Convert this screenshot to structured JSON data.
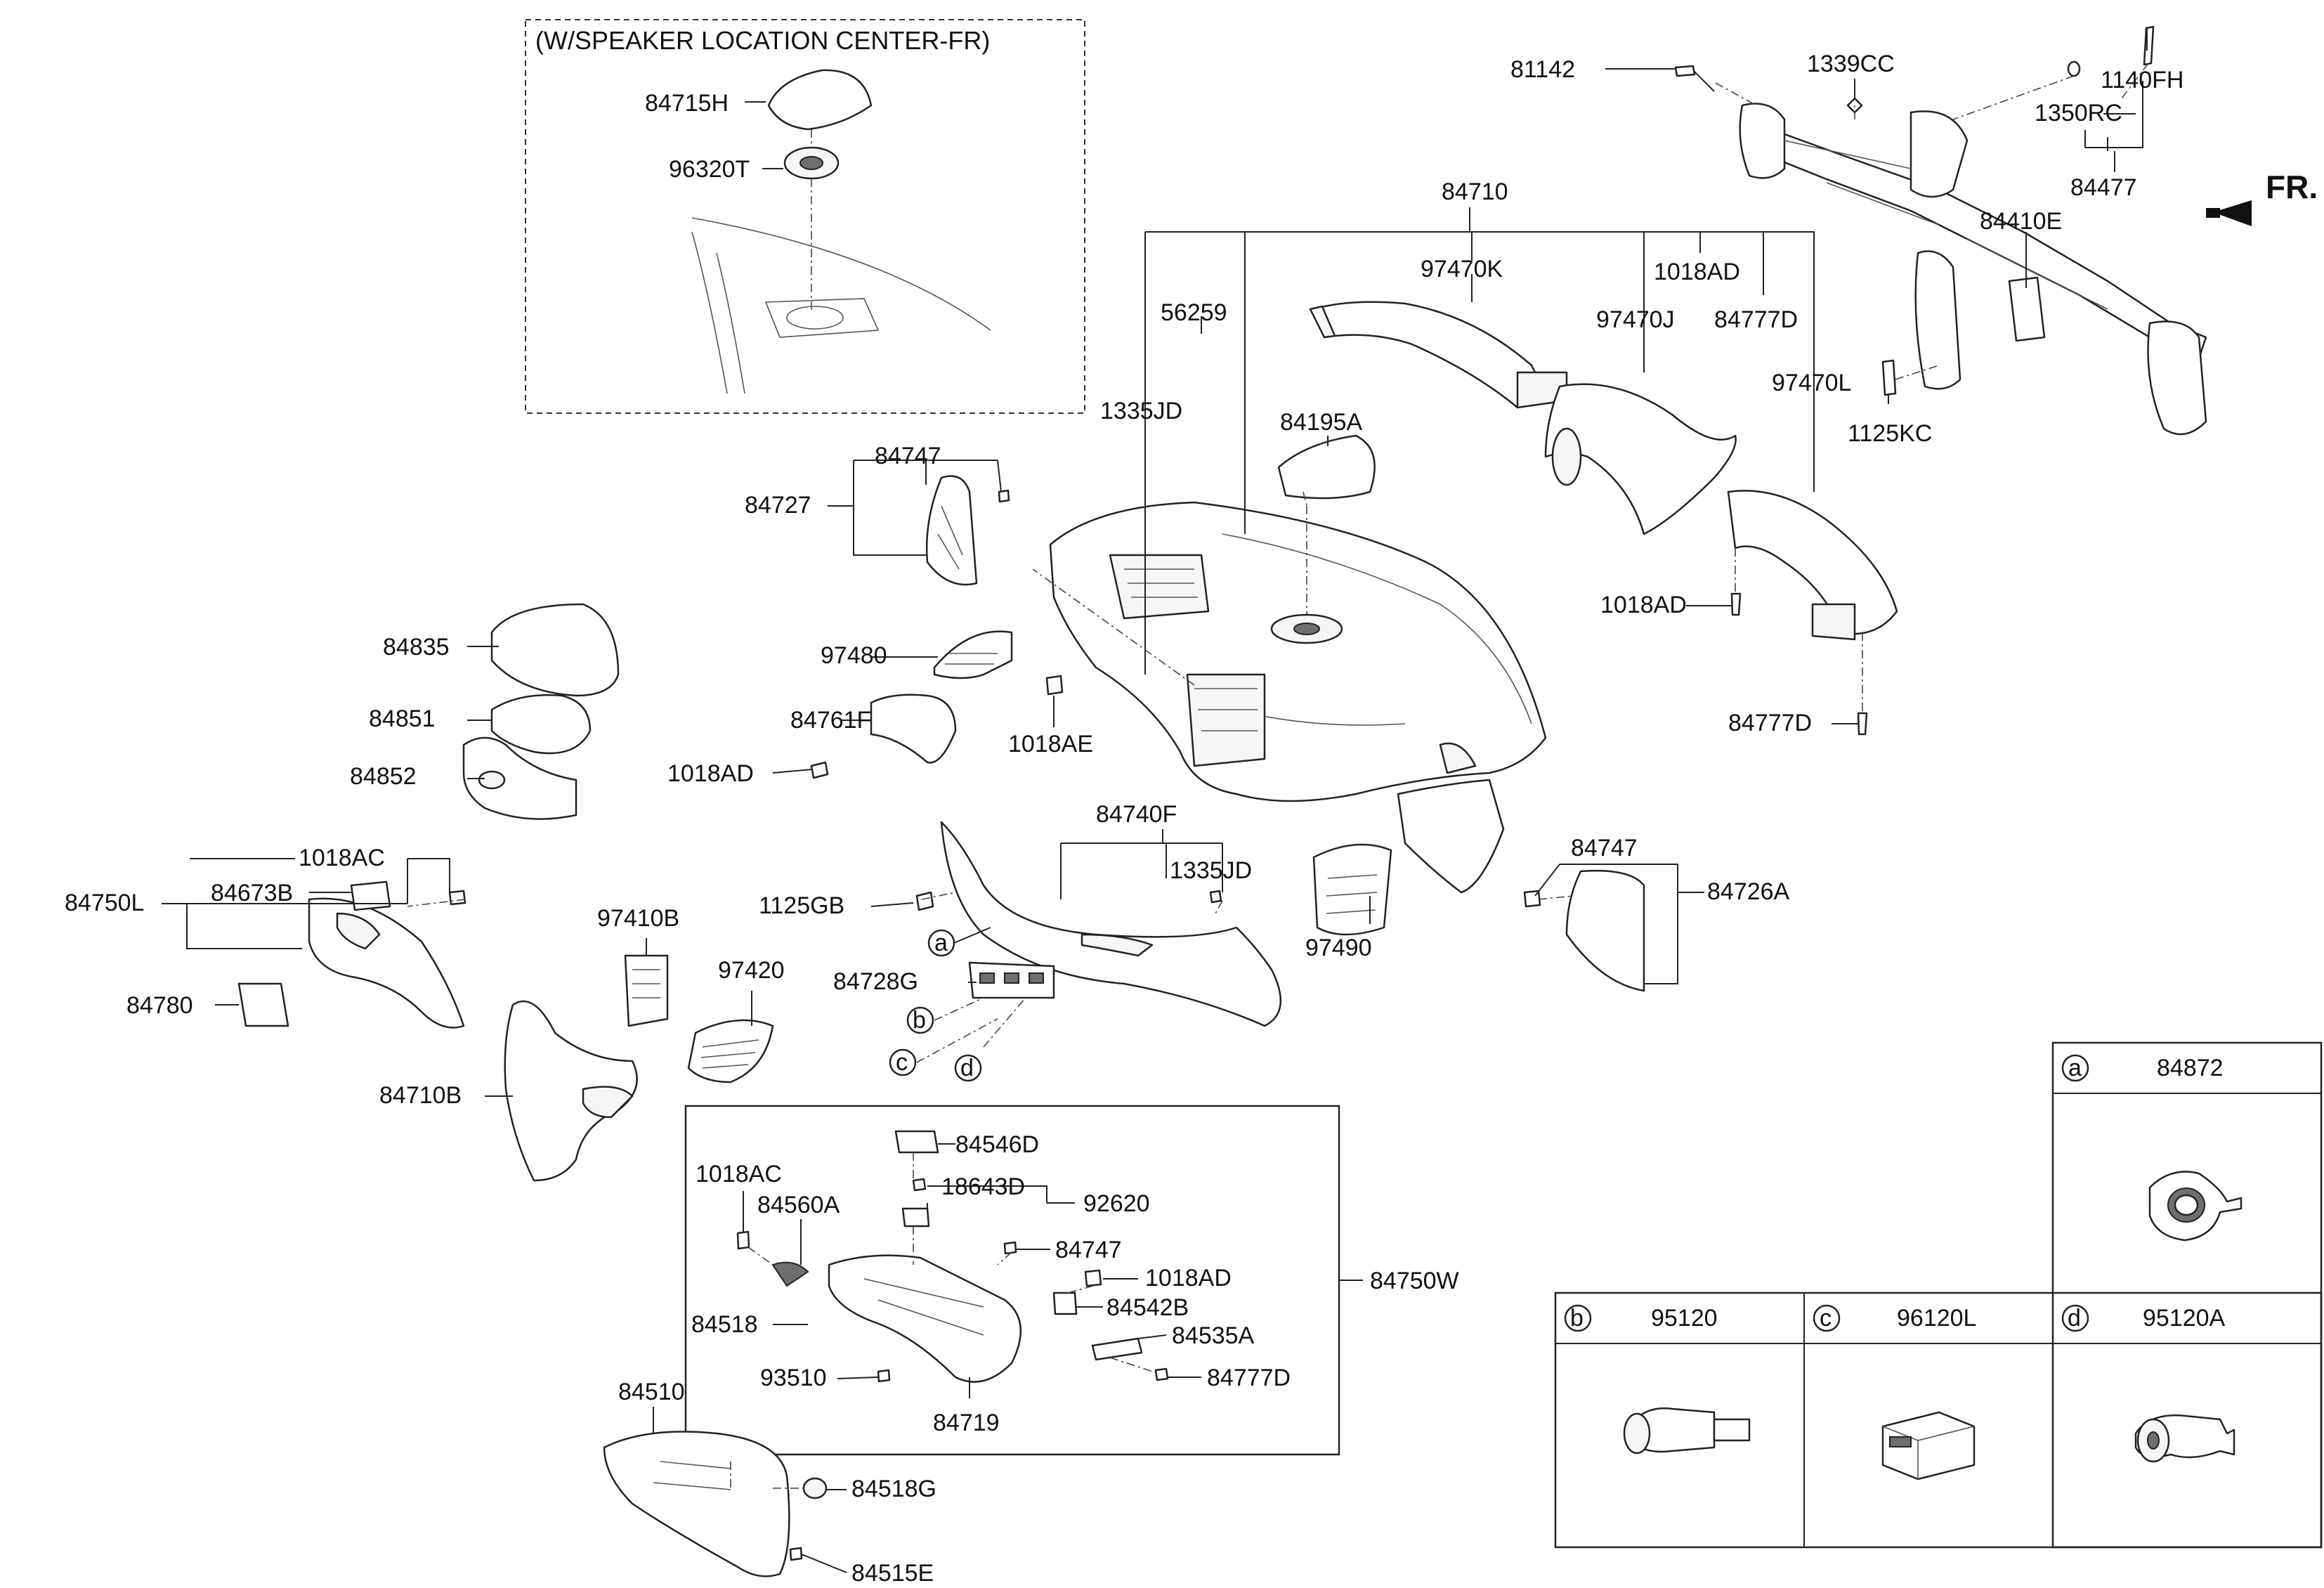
{
  "diagram": {
    "inset_caption": "(W/SPEAKER LOCATION CENTER-FR)",
    "direction_label": "FR.",
    "labels": {
      "p84715H": "84715H",
      "p96320T": "96320T",
      "p81142": "81142",
      "p1339CC": "1339CC",
      "p1140FH": "1140FH",
      "p1350RC": "1350RC",
      "p84477": "84477",
      "p84410E": "84410E",
      "p84710": "84710",
      "p97470K": "97470K",
      "p1018AD_top": "1018AD",
      "p56259": "56259",
      "p97470J": "97470J",
      "p84777D_top": "84777D",
      "p97470L": "97470L",
      "p1125KC": "1125KC",
      "p1335JD_top": "1335JD",
      "p84195A": "84195A",
      "p84747_top": "84747",
      "p84727": "84727",
      "p1018AD_right": "1018AD",
      "p84835": "84835",
      "p97480": "97480",
      "p84851": "84851",
      "p84761F": "84761F",
      "p1018AE": "1018AE",
      "p84777D_right": "84777D",
      "p84852": "84852",
      "p1018AD_left": "1018AD",
      "p84740F": "84740F",
      "p1018AC_top": "1018AC",
      "p84747_right": "84747",
      "p1335JD_mid": "1335JD",
      "p84750L": "84750L",
      "p84673B": "84673B",
      "p1125GB": "1125GB",
      "p84726A": "84726A",
      "p97410B": "97410B",
      "p97490": "97490",
      "p97420": "97420",
      "p84728G": "84728G",
      "p84780": "84780",
      "p84710B": "84710B",
      "p84546D": "84546D",
      "p1018AC_box": "1018AC",
      "p18643D": "18643D",
      "p92620": "92620",
      "p84560A": "84560A",
      "p84747_box": "84747",
      "p1018AD_box": "1018AD",
      "p84750W": "84750W",
      "p84542B": "84542B",
      "p84518": "84518",
      "p84535A": "84535A",
      "p93510": "93510",
      "p84777D_box": "84777D",
      "p84719": "84719",
      "p84510": "84510",
      "p84518G": "84518G",
      "p84515E": "84515E"
    },
    "callouts": {
      "a": "a",
      "b": "b",
      "c": "c",
      "d": "d"
    },
    "legend": {
      "a": {
        "letter": "a",
        "part": "84872"
      },
      "b": {
        "letter": "b",
        "part": "95120"
      },
      "c": {
        "letter": "c",
        "part": "96120L"
      },
      "d": {
        "letter": "d",
        "part": "95120A"
      }
    }
  }
}
